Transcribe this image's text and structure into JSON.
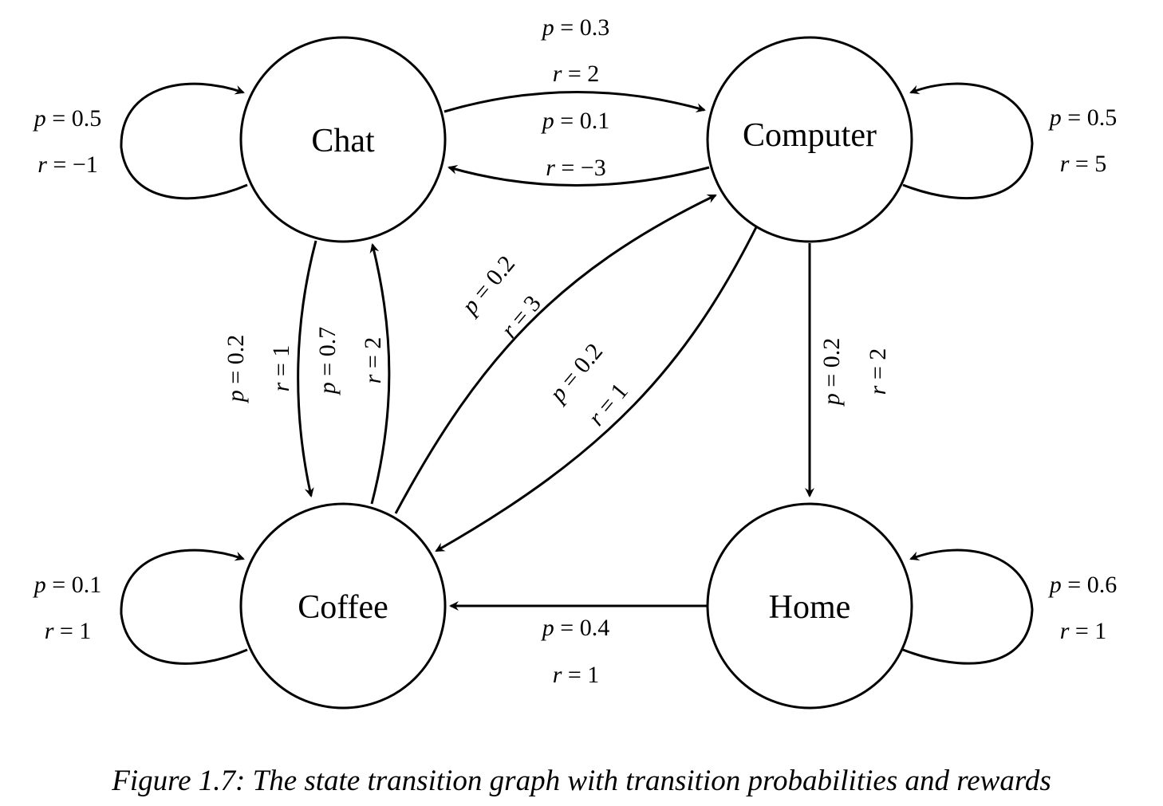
{
  "nodes": {
    "chat": {
      "label": "Chat"
    },
    "computer": {
      "label": "Computer"
    },
    "coffee": {
      "label": "Coffee"
    },
    "home": {
      "label": "Home"
    }
  },
  "edges": {
    "chat_chat": {
      "from": "Chat",
      "to": "Chat",
      "p": "p = 0.5",
      "r": "r = −1"
    },
    "chat_computer": {
      "from": "Chat",
      "to": "Computer",
      "p": "p = 0.3",
      "r": "r = 2"
    },
    "computer_chat": {
      "from": "Computer",
      "to": "Chat",
      "p": "p = 0.1",
      "r": "r = −3"
    },
    "computer_computer": {
      "from": "Computer",
      "to": "Computer",
      "p": "p = 0.5",
      "r": "r = 5"
    },
    "chat_coffee": {
      "from": "Chat",
      "to": "Coffee",
      "p": "p = 0.2",
      "r": "r = 1"
    },
    "coffee_chat": {
      "from": "Coffee",
      "to": "Chat",
      "p": "p = 0.7",
      "r": "r = 2"
    },
    "coffee_computer": {
      "from": "Coffee",
      "to": "Computer",
      "p": "p = 0.2",
      "r": "r = 3"
    },
    "computer_coffee": {
      "from": "Computer",
      "to": "Coffee",
      "p": "p = 0.2",
      "r": "r = 1"
    },
    "computer_home": {
      "from": "Computer",
      "to": "Home",
      "p": "p = 0.2",
      "r": "r = 2"
    },
    "coffee_coffee": {
      "from": "Coffee",
      "to": "Coffee",
      "p": "p = 0.1",
      "r": "r = 1"
    },
    "home_coffee": {
      "from": "Home",
      "to": "Coffee",
      "p": "p = 0.4",
      "r": "r = 1"
    },
    "home_home": {
      "from": "Home",
      "to": "Home",
      "p": "p = 0.6",
      "r": "r = 1"
    }
  },
  "caption": "Figure 1.7: The state transition graph with transition probabilities and rewards"
}
